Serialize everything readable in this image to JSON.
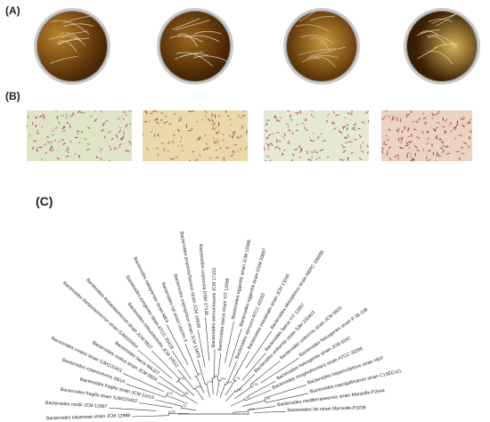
{
  "figure": {
    "panel_labels": {
      "a": "(A)",
      "b": "(B)",
      "c": "(C)"
    },
    "panel_a": {
      "plates": [
        {
          "name": "plate-1",
          "medium_color": "#5a3208",
          "colony_color": "#b8832c",
          "streak_color": "#e8e0c8"
        },
        {
          "name": "plate-2",
          "medium_color": "#4e2a05",
          "colony_color": "#9a6620",
          "streak_color": "#f0ece0"
        },
        {
          "name": "plate-3",
          "medium_color": "#6a3e0c",
          "colony_color": "#c99a40",
          "streak_color": "#d6cba8"
        },
        {
          "name": "plate-4",
          "medium_color": "#3e2204",
          "colony_color": "#d7b35a",
          "streak_color": "#efe6c4"
        }
      ]
    },
    "panel_b": {
      "micrographs": [
        {
          "name": "gram-stain-1",
          "background": "#dfe4c6",
          "cell_color": "#b03a5a"
        },
        {
          "name": "gram-stain-2",
          "background": "#e9d8a8",
          "cell_color": "#a6506a"
        },
        {
          "name": "gram-stain-3",
          "background": "#e6e9d2",
          "cell_color": "#b0426a"
        },
        {
          "name": "gram-stain-4",
          "background": "#ead3bf",
          "cell_color": "#a4445e"
        }
      ]
    },
    "panel_c": {
      "tree_label_colors": {
        "default": "#222222",
        "green": "#4caf50",
        "blue": "#2196f3",
        "orange": "#ff9800",
        "red": "#e53935"
      },
      "taxa": [
        {
          "label": "Bacteroides salyersiae strain JCM 12988",
          "color": "default"
        },
        {
          "label": "Bacteroides nordii JCM 12987",
          "color": "default"
        },
        {
          "label": "Bacteroides fragilis strain SJM220402",
          "color": "orange"
        },
        {
          "label": "Bacteroides fragilis strain JCM 11019",
          "color": "default"
        },
        {
          "label": "Bacteroides xylanisolvens XB1A",
          "color": "default"
        },
        {
          "label": "Bacteroides ovatus strain SJM220401",
          "color": "blue"
        },
        {
          "label": "Bacteroides ovatus strain JCM 5824",
          "color": "default"
        },
        {
          "label": "Bacteroides faecis MAJ27",
          "color": "default"
        },
        {
          "label": "Bacteroides thetaiotaomicron strain SJM220404",
          "color": "green"
        },
        {
          "label": "Bacteroides thetaiotaomicron strain JCM 5827",
          "color": "default"
        },
        {
          "label": "Bacteroides reticulotermitis JCM 10512",
          "color": "default"
        },
        {
          "label": "Bacteroides pyogenes strain ATCC 35418",
          "color": "default"
        },
        {
          "label": "Bacteroides nakayamae strain ME4",
          "color": "default"
        },
        {
          "label": "Bacteroides luti strain UasXn-3",
          "color": "default"
        },
        {
          "label": "Bacteroides coprophilus strain JCM 13475",
          "color": "default"
        },
        {
          "label": "Bacteroides propionicifaciens strain JCM 14649",
          "color": "default"
        },
        {
          "label": "Bacteroides coprocola DSM 17136",
          "color": "default"
        },
        {
          "label": "Bacteroides stercorirosoris JCM 17103",
          "color": "default"
        },
        {
          "label": "Bacteroides clarus strain YIT 12056",
          "color": "default"
        },
        {
          "label": "Bacteroides eggerthii strain JCM 12986",
          "color": "default"
        },
        {
          "label": "Bacteroides eggerthii strain DSM 20697",
          "color": "default"
        },
        {
          "label": "Bacteroides stercoris ATCC 43183",
          "color": "default"
        },
        {
          "label": "Bacteroides intestinalis strain JCM 13265",
          "color": "default"
        },
        {
          "label": "Bacteroides oleiciplenus strain NBRC 108095",
          "color": "default"
        },
        {
          "label": "Bacteroides faecis YIT 12057",
          "color": "default"
        },
        {
          "label": "Bacteroides uniformis strain SJM 220403",
          "color": "red"
        },
        {
          "label": "Bacteroides uniformis strain JCM 5828",
          "color": "default"
        },
        {
          "label": "Bacteroides helcogenes strain P 36-108",
          "color": "default"
        },
        {
          "label": "Bacteroides helcogenes strain JCM 6297",
          "color": "default"
        },
        {
          "label": "Bacteroides zoogleoformans strain ATCC 33285",
          "color": "default"
        },
        {
          "label": "Bacteroides heparinolyticus strain HEP",
          "color": "default"
        },
        {
          "label": "Bacteroides caecigallinarum strain C13EG111",
          "color": "default"
        },
        {
          "label": "Bacteroides mediterraneensis strain Marseille-P2644",
          "color": "default"
        },
        {
          "label": "Bacteroides ilei strain Marseille-P3208",
          "color": "default"
        }
      ],
      "bootstrap_values": [
        "100",
        "75",
        "100",
        "98",
        "100",
        "100",
        "70",
        "100",
        "96",
        "100",
        "100",
        "78",
        "100",
        "100",
        "95",
        "84",
        "100",
        "66",
        "100",
        "98",
        "86",
        "99",
        "71",
        "89",
        "100",
        "64",
        "100",
        "97",
        "93",
        "55"
      ]
    }
  }
}
